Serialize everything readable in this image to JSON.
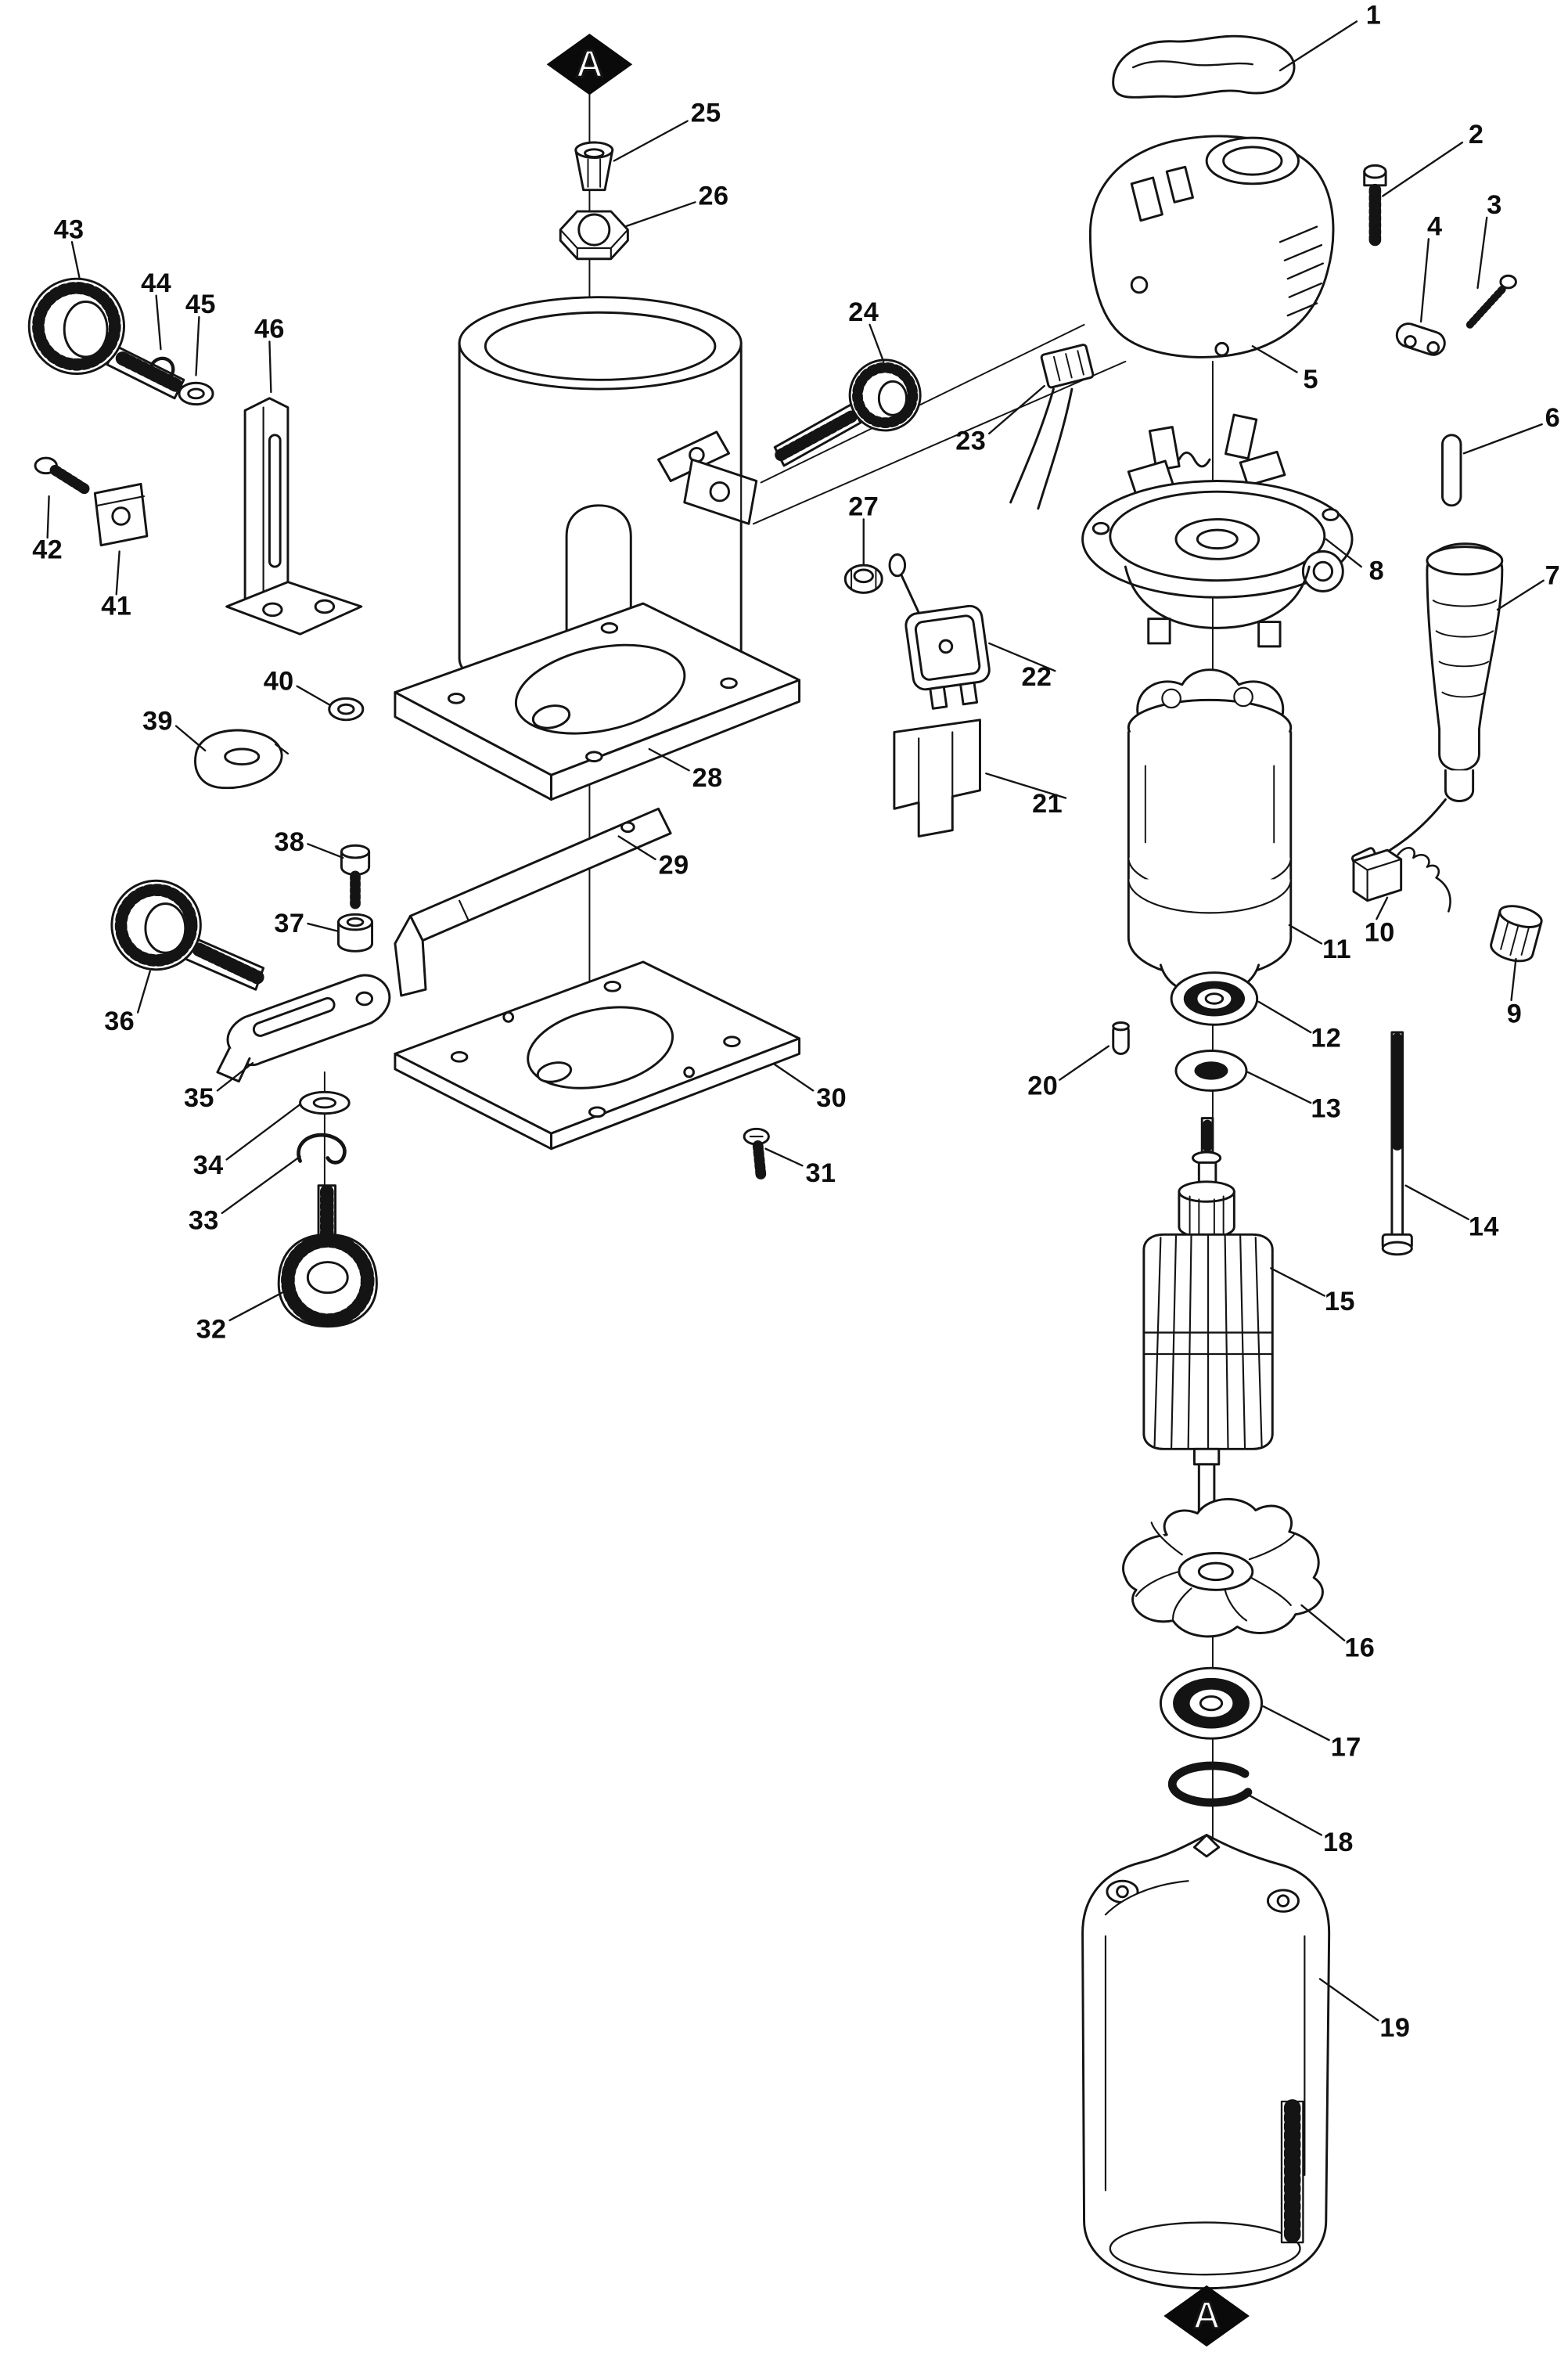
{
  "markers": {
    "top": "A",
    "bottom": "A"
  },
  "labels": {
    "p1": "1",
    "p2": "2",
    "p3": "3",
    "p4": "4",
    "p5": "5",
    "p6": "6",
    "p7": "7",
    "p8": "8",
    "p9": "9",
    "p10": "10",
    "p11": "11",
    "p12": "12",
    "p13": "13",
    "p14": "14",
    "p15": "15",
    "p16": "16",
    "p17": "17",
    "p18": "18",
    "p19": "19",
    "p20": "20",
    "p21": "21",
    "p22": "22",
    "p23": "23",
    "p24": "24",
    "p25": "25",
    "p26": "26",
    "p27": "27",
    "p28": "28",
    "p29": "29",
    "p30": "30",
    "p31": "31",
    "p32": "32",
    "p33": "33",
    "p34": "34",
    "p35": "35",
    "p36": "36",
    "p37": "37",
    "p38": "38",
    "p39": "39",
    "p40": "40",
    "p41": "41",
    "p42": "42",
    "p43": "43",
    "p44": "44",
    "p45": "45",
    "p46": "46"
  }
}
